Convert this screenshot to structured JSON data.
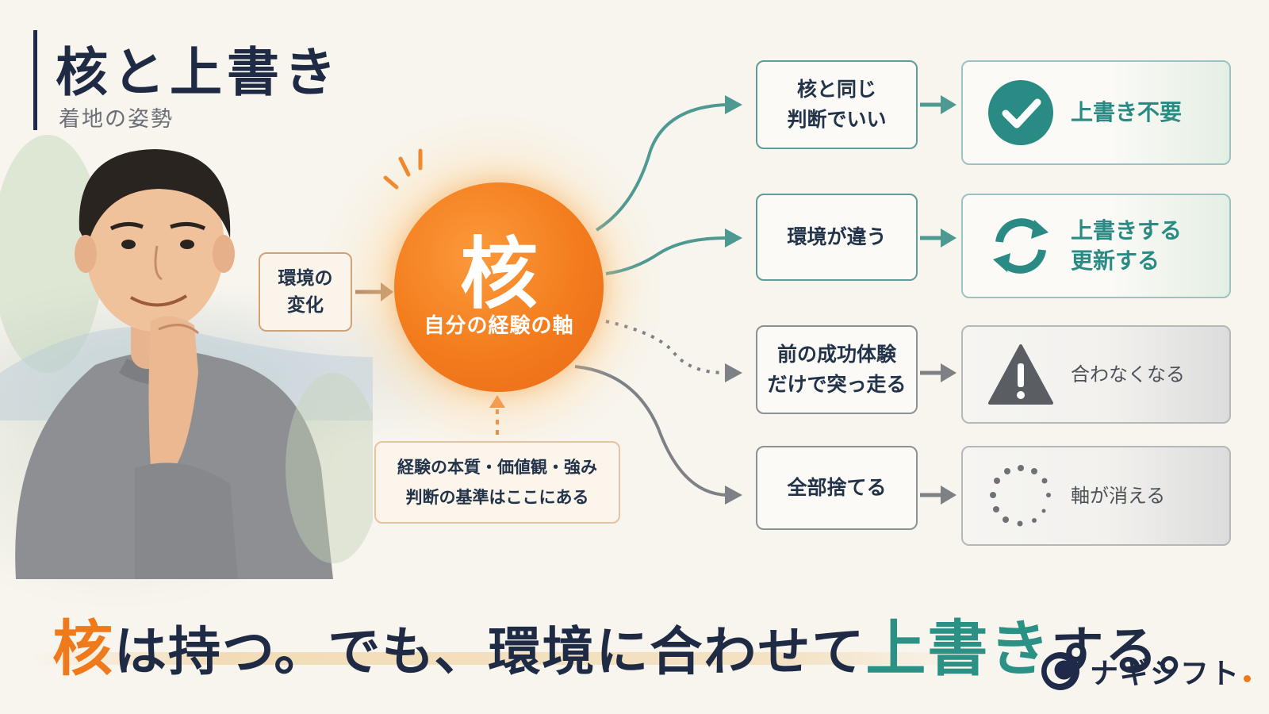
{
  "header": {
    "title": "核と上書き",
    "subtitle": "着地の姿勢"
  },
  "input": {
    "label": "環境の\n変化"
  },
  "core": {
    "char": "核",
    "label": "自分の経験の軸"
  },
  "essence": {
    "line1": "経験の本質・価値観・強み",
    "line2": "判断の基準はここにある"
  },
  "options": [
    {
      "label": "核と同じ\n判断でいい",
      "result": "上書き不要",
      "result_icon": "check-circle-icon",
      "tone": "teal"
    },
    {
      "label": "環境が違う",
      "result": "上書きする\n更新する",
      "result_icon": "refresh-cycle-icon",
      "tone": "teal"
    },
    {
      "label": "前の成功体験\nだけで突っ走る",
      "result": "合わなくなる",
      "result_icon": "warning-triangle-icon",
      "tone": "gray"
    },
    {
      "label": "全部捨てる",
      "result": "軸が消える",
      "result_icon": "dissolving-circle-icon",
      "tone": "gray"
    }
  ],
  "message": {
    "part1": "核",
    "part2": "は持つ。でも、環境に合わせて",
    "part3": "上書き",
    "part4": "する。"
  },
  "brand": {
    "name": "ナギシフト"
  },
  "colors": {
    "accent_orange": "#ef7a1c",
    "accent_teal": "#2a9184",
    "navy": "#1f2a44",
    "gray": "#5a5e63"
  }
}
